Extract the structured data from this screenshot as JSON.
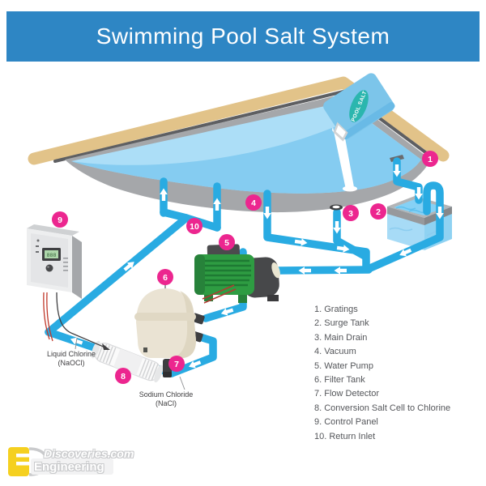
{
  "title": {
    "text": "Swimming Pool Salt System"
  },
  "legend": {
    "items": [
      "1. Gratings",
      "2. Surge Tank",
      "3. Main Drain",
      "4. Vacuum",
      "5. Water Pump",
      "6. Filter Tank",
      "7. Flow Detector",
      "8. Conversion Salt Cell to Chlorine",
      "9. Control Panel",
      "10. Return Inlet"
    ]
  },
  "badges": [
    "1",
    "2",
    "3",
    "4",
    "5",
    "6",
    "7",
    "8",
    "9",
    "10"
  ],
  "labels": {
    "liquid_chlorine": {
      "line1": "Liquid Chlorine",
      "line2": "(NaOCl)"
    },
    "sodium_chloride": {
      "line1": "Sodium Chloride",
      "line2": "(NaCl)"
    }
  },
  "bag": {
    "label": "POOL SALT"
  },
  "panel": {
    "lcd": "888"
  },
  "logo": {
    "discoveries": "Discoveries.com",
    "engineering": "Engineering"
  },
  "colors": {
    "title_bg": "#2E86C4",
    "pipe": "#29ABE2",
    "badge": "#EC268F",
    "deck": "#E2C389",
    "water": "#ACDEF7",
    "water_deep": "#85CCF1",
    "pool_gray": "#A5A7AA",
    "pump_green": "#2E9C42",
    "tank_beige": "#EAE3D3",
    "dark": "#47484A"
  }
}
